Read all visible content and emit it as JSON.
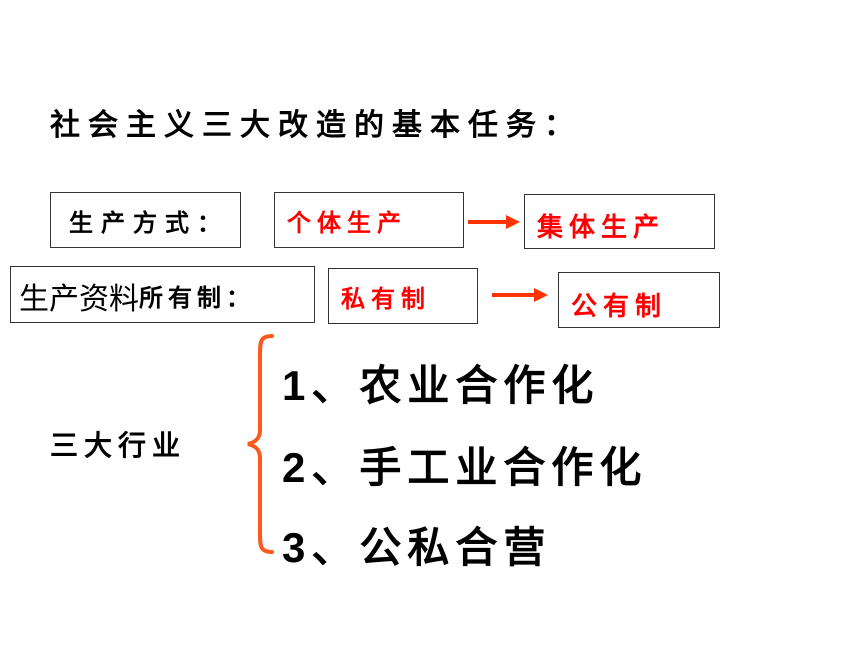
{
  "title": "社会主义三大改造的基本任务：",
  "production_mode": {
    "label": "生产方式：",
    "from": "个体生产",
    "to": "集体生产"
  },
  "ownership": {
    "label_large": "生产资料",
    "label_small": "所有制：",
    "from": "私有制",
    "to": "公有制"
  },
  "industries": {
    "label": "三大行业",
    "items": [
      {
        "num": "1",
        "sep": "、",
        "text": "农业合作化"
      },
      {
        "num": "2",
        "sep": "、",
        "text": "手工业合作化"
      },
      {
        "num": "3",
        "sep": "、",
        "text": "公私合营"
      }
    ]
  },
  "colors": {
    "accent_red": "#ff0000",
    "arrow_orange": "#ff3300",
    "brace_orange": "#ff5a1e"
  }
}
